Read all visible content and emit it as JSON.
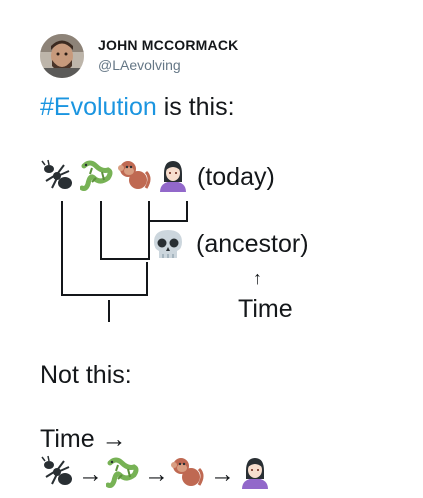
{
  "author": {
    "name": "JOHN MCCORMACK",
    "handle": "@LAevolving",
    "avatar_icon": "profile-photo"
  },
  "tweet": {
    "hashtag": "#Evolution",
    "intro_rest": " is this:",
    "today_label": "(today)",
    "ancestor_label": "(ancestor)",
    "time_arrow_up": "↑",
    "time_label": "Time",
    "not_this": "Not this:",
    "time_right": "Time →",
    "arrow": "→",
    "emoji_sequence": [
      "ant-icon",
      "lizard-icon",
      "monkey-icon",
      "woman-icon"
    ],
    "ancestor_emoji": "skull-icon"
  },
  "colors": {
    "hashtag": "#1b95e0",
    "text": "#14171a",
    "secondary": "#657786"
  }
}
